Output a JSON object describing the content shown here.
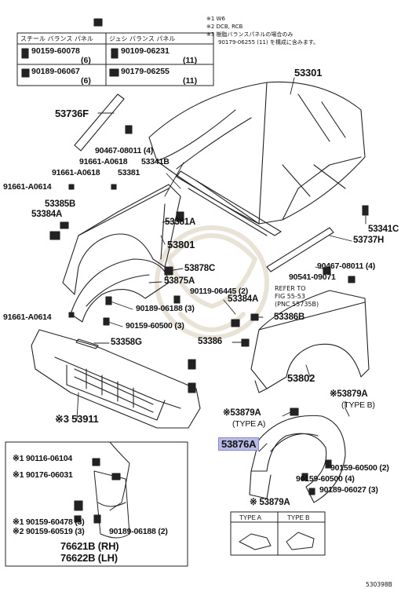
{
  "figure_code": "530398B",
  "top_notes": {
    "n1": "※1 W6",
    "n2": "※2 DCB, RCB",
    "n3a": "※3 樹脂バランスパネルの場合のみ",
    "n3b": "90179-06255 (11) を構成に含みます。"
  },
  "top_table": {
    "col1_header": "スチール バランス パネル",
    "col2_header": "ジュシ バランス パネル",
    "r1c1": "90159-60078",
    "r1c1q": "(6)",
    "r2c1": "90189-06067",
    "r2c1q": "(6)",
    "r1c2": "90109-06231",
    "r1c2q": "(11)",
    "r2c2": "90179-06255",
    "r2c2q": "(11)"
  },
  "labels": {
    "l53301": "53301",
    "l53736f": "53736F",
    "l90467a": "90467-08011 (4)",
    "l91661a": "91661-A0618",
    "l53341b": "53341B",
    "l91661b": "91661-A0618",
    "l53381": "53381",
    "l91661c": "91661-A0614",
    "l53385b": "53385B",
    "l53384a1": "53384A",
    "l53381a": "53381A",
    "l53341c": "53341C",
    "l53737h": "53737H",
    "l53801": "53801",
    "l53878c": "53878C",
    "l90467b": "90467-08011 (4)",
    "l90541": "90541-09071",
    "l53875a": "53875A",
    "l90119": "90119-06445 (2)",
    "l53384a2": "53384A",
    "l90189a": "90189-06188 (3)",
    "l91661d": "91661-A0614",
    "refer1": "REFER  TO",
    "refer2": "FIG  55-53",
    "refer3": "(PNC  55735B)",
    "l53386b": "53386B",
    "l90159a": "90159-60500 (3)",
    "l53358g": "53358G",
    "l53386": "53386",
    "l53802": "53802",
    "l53879a_b": "※53879A",
    "type_b": "(TYPE B)",
    "l53911": "※3 53911",
    "l53879a_a": "※53879A",
    "type_a": "(TYPE A)",
    "l53876a": "53876A",
    "l90159b": "90159-60500 (2)",
    "l90159c": "90159-60500 (4)",
    "l90189b": "90189-06027 (3)",
    "l53879a_c": "※ 53879A"
  },
  "type_table": {
    "type_a": "TYPE A",
    "type_b": "TYPE B"
  },
  "inset": {
    "i1": "※1 90116-06104",
    "i2": "※1 90176-06031",
    "i3": "※1 90159-60478 (3)",
    "i4": "※2 90159-60519 (3)",
    "i5": "90189-06188 (2)",
    "i6": "76621B (RH)",
    "i7": "76622B (LH)"
  }
}
